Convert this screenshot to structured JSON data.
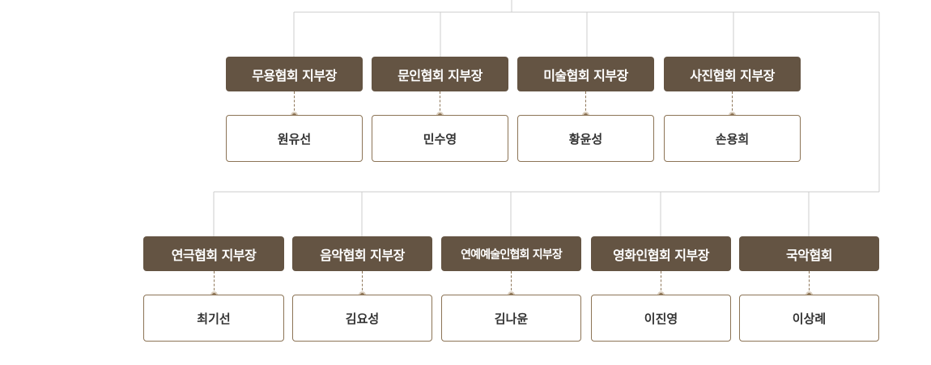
{
  "rows": [
    {
      "items": [
        {
          "title": "무용협회 지부장",
          "name": "원유선"
        },
        {
          "title": "문인협회 지부장",
          "name": "민수영"
        },
        {
          "title": "미술협회 지부장",
          "name": "황윤성"
        },
        {
          "title": "사진협회 지부장",
          "name": "손용희"
        }
      ]
    },
    {
      "items": [
        {
          "title": "연극협회 지부장",
          "name": "최기선"
        },
        {
          "title": "음악협회 지부장",
          "name": "김요성"
        },
        {
          "title": "연예예술인협회 지부장",
          "name": "김나윤"
        },
        {
          "title": "영화인협회 지부장",
          "name": "이진영"
        },
        {
          "title": "국악협회",
          "name": "이상례"
        }
      ]
    }
  ],
  "colors": {
    "title_bg": "#645443",
    "title_text": "#ffffff",
    "name_border": "#8c7456",
    "connector": "#cccccc"
  }
}
